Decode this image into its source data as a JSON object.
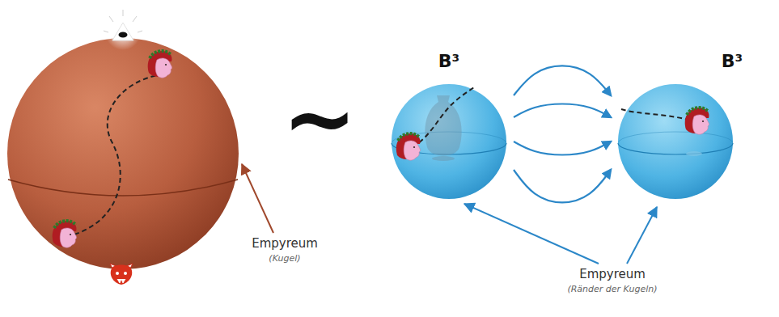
{
  "diagram": {
    "nodes": [
      {
        "text": [
          "B³"
        ]
      },
      {
        "text": [
          "B³"
        ]
      }
    ],
    "edges": [
      {
        "from": 0,
        "to": 1,
        "arrow": "to"
      },
      {
        "from": 0,
        "to": 1,
        "arrow": "to"
      },
      {
        "from": 0,
        "to": 1,
        "arrow": "to"
      },
      {
        "from": 0,
        "to": 1,
        "arrow": "to"
      }
    ],
    "labels": [
      "~",
      "Empyreum",
      "(Kugel)",
      "Empyreum",
      "(Ränder der Kugeln)"
    ]
  }
}
